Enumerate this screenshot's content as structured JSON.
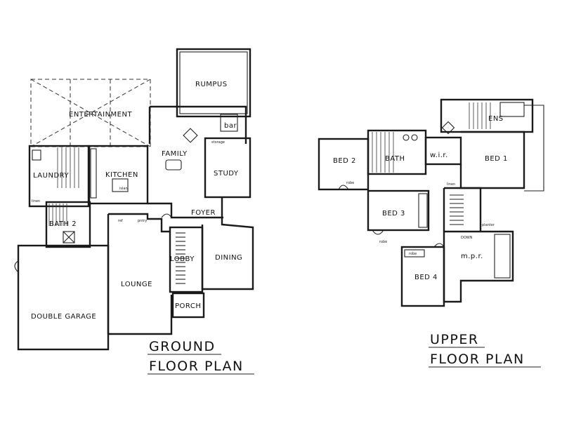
{
  "ground_floor": {
    "title_line1": "GROUND",
    "title_line2": "FLOOR  PLAN",
    "rooms": {
      "rumpus": "RUMPUS",
      "entertainment": "ENTERTAINMENT",
      "bar": "bar",
      "storage": "storage",
      "family": "FAMILY",
      "study": "STUDY",
      "laundry": "LAUNDRY",
      "kitchen": "KITCHEN",
      "island": "islan",
      "foyer": "FOYER",
      "bath2": "BATH 2",
      "dining": "DINING",
      "lobby": "LOBBY",
      "lounge": "LOUNGE",
      "porch": "PORCH",
      "double_garage": "DOUBLE GARAGE"
    },
    "notes": {
      "linen": "linen",
      "ref": "ref",
      "pantry": "pntry"
    }
  },
  "upper_floor": {
    "title_line1": "UPPER",
    "title_line2": "FLOOR  PLAN",
    "rooms": {
      "ens": "ENS",
      "bed2": "BED 2",
      "bath": "BATH",
      "wir": "w.i.r.",
      "bed1": "BED 1",
      "bed3": "BED 3",
      "mpr": "m.p.r.",
      "bed4": "BED 4"
    },
    "notes": {
      "robe_a": "robe",
      "robe_b": "robe",
      "robe_c": "robe",
      "down": "DOWN",
      "planter": "planter",
      "linen": "linen"
    }
  }
}
